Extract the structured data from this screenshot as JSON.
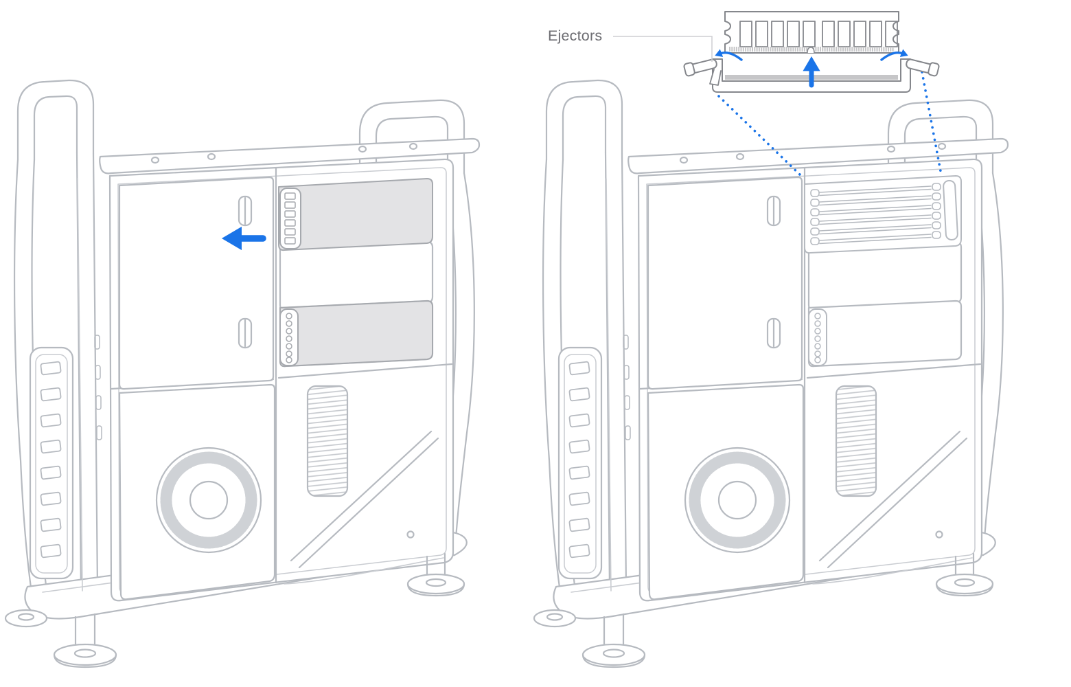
{
  "diagram": {
    "callout_label": "Ejectors",
    "figures": {
      "left": "mac-pro-side-dimm-cover-closed",
      "right": "mac-pro-side-dimm-bay-open"
    },
    "icons": {
      "slide-cover-arrow-icon": "thick-left-arrow",
      "insert-dimm-arrow-icon": "thick-up-arrow",
      "ejector-open-left-arrow-icon": "curved-arrow-down-left",
      "ejector-open-right-arrow-icon": "curved-arrow-down-right",
      "alignment-dotted-line-left": "dotted-leader",
      "alignment-dotted-line-right": "dotted-leader"
    },
    "colors": {
      "background": "#FFFFFF",
      "accent_blue": "#1A74E8",
      "outline_light_gray": "#B6BAC0",
      "outline_dark_gray": "#85878C",
      "panel_fill_gray": "#E3E3E5",
      "contact_strip_gray": "#C6C6C8",
      "label_text_gray": "#6D6D72",
      "callout_line_gray": "#CDCED2"
    },
    "dimm_slot_count": 6
  }
}
